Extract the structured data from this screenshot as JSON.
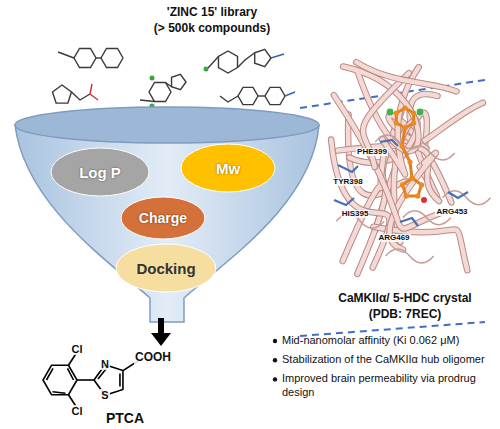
{
  "diagram": {
    "nodes": [
      {
        "text": [
          "Log P"
        ]
      },
      {
        "text": [
          "Mw"
        ]
      },
      {
        "text": [
          "Charge"
        ]
      },
      {
        "text": [
          "Docking"
        ]
      }
    ],
    "labels": [
      "'ZINC 15' library",
      "(> 500k compounds)",
      "COOH",
      "N",
      "S",
      "Cl",
      "Cl",
      "PTCA",
      "PHE399",
      "TYR398",
      "HIS395",
      "ARG469",
      "ARG453",
      "CaMKIIα/ 5-HDC crystal",
      "(PDB: 7REC)",
      "Mid-nanomolar affinity (Ki 0.062 μM)",
      "Stabilization of the CaMKIIα hub oligomer",
      "Improved brain permeability via prodrug design"
    ]
  }
}
